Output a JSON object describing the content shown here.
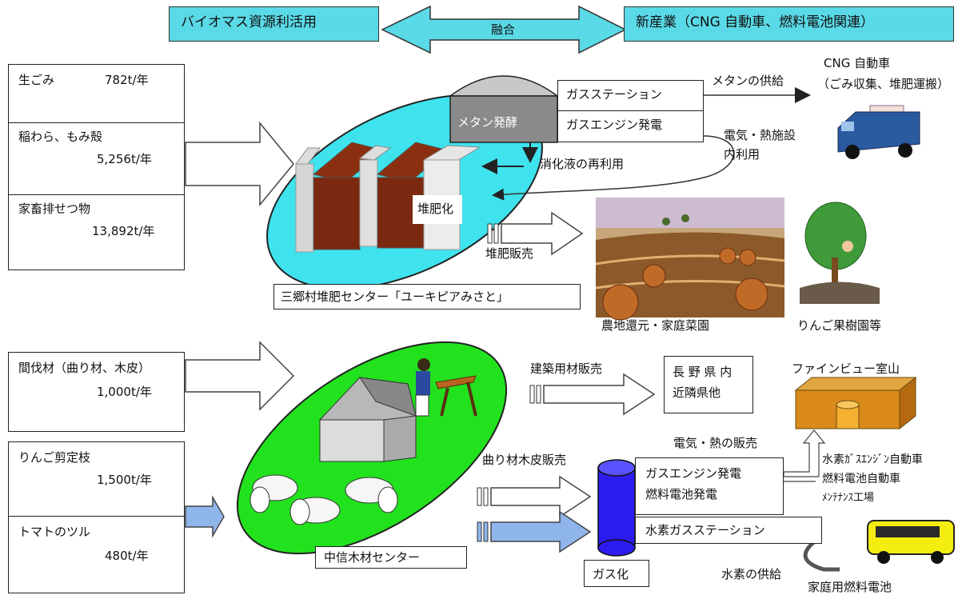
{
  "header": {
    "left": "バイオマス資源利活用",
    "center": "融合",
    "right": "新産業（CNG 自動車、燃料電池関連）"
  },
  "inputs_top": [
    {
      "name": "生ごみ",
      "amount": "782t/年"
    },
    {
      "name": "稲わら、もみ殻",
      "amount": "5,256t/年"
    },
    {
      "name": "家畜排せつ物",
      "amount": "13,892t/年"
    }
  ],
  "inputs_bottom": [
    {
      "name": "間伐材（曲り材、木皮）",
      "amount": "1,000t/年"
    },
    {
      "name": "りんご剪定枝",
      "amount": "1,500t/年"
    },
    {
      "name": "トマトのツル",
      "amount": "480t/年"
    }
  ],
  "compost": {
    "methane": "メタン発酵",
    "gas_station": "ガスステーション",
    "gas_engine": "ガスエンジン発電",
    "compost_label": "堆肥化",
    "digestate": "消化液の再利用",
    "center_name": "三郷村堆肥センター「ユーキピアみさと」",
    "methane_supply": "メタンの供給",
    "cng_vehicle_1": "CNG 自動車",
    "cng_vehicle_2": "（ごみ収集、堆肥運搬）",
    "power_heat_1": "電気・熱施設",
    "power_heat_2": "内利用",
    "compost_sales": "堆肥販売",
    "farmland": "農地還元・家庭菜園",
    "orchard": "りんご果樹園等"
  },
  "wood": {
    "center_name": "中信木材センター",
    "building_sales": "建築用材販売",
    "dest_1": "長 野 県 内",
    "dest_2": "近隣県他",
    "bark_sales": "曲り材木皮販売",
    "gasification": "ガス化",
    "gas_engine": "ガスエンジン発電",
    "fuel_cell": "燃料電池発電",
    "hydrogen_station": "水素ガスステーション",
    "power_heat_sales": "電気・熱の販売",
    "fineview": "ファインビュー室山",
    "h2_vehicle_1": "水素ｶﾞｽｴﾝｼﾞﾝ自動車",
    "h2_vehicle_2": "燃料電池自動車",
    "h2_vehicle_3": "ﾒﾝﾃﾅﾝｽ工場",
    "hydrogen_supply": "水素の供給",
    "home_fuel_cell": "家庭用燃料電池"
  },
  "colors": {
    "cyan": "#5ad9e6",
    "ellipse_cyan": "#3fe3ee",
    "ellipse_green": "#22e21e",
    "blue_arrow": "#8fb6ea",
    "brown": "#7a2810",
    "gasifier": "#2d1cf0",
    "orange": "#d98a1a"
  }
}
